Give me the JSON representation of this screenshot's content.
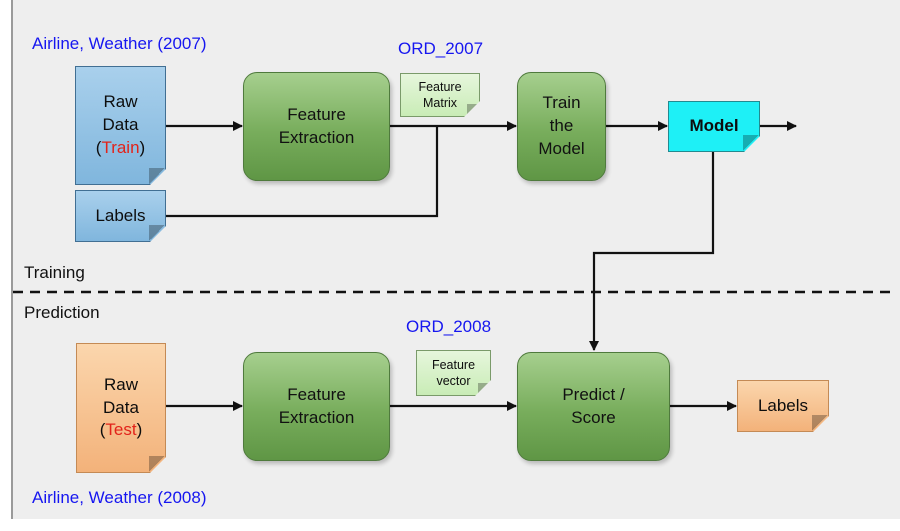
{
  "titles": {
    "train_source": "Airline, Weather (2007)",
    "train_dataset": "ORD_2007",
    "test_dataset": "ORD_2008",
    "test_source": "Airline, Weather (2008)"
  },
  "sections": {
    "training": "Training",
    "prediction": "Prediction"
  },
  "training": {
    "raw_data_line1": "Raw",
    "raw_data_line2": "Data",
    "raw_data_paren_open": "(",
    "raw_data_tag": "Train",
    "raw_data_paren_close": ")",
    "labels": "Labels",
    "feature_extraction_line1": "Feature",
    "feature_extraction_line2": "Extraction",
    "feature_matrix_line1": "Feature",
    "feature_matrix_line2": "Matrix",
    "train_line1": "Train",
    "train_line2": "the",
    "train_line3": "Model",
    "model": "Model"
  },
  "prediction": {
    "raw_data_line1": "Raw",
    "raw_data_line2": "Data",
    "raw_data_paren_open": "(",
    "raw_data_tag": "Test",
    "raw_data_paren_close": ")",
    "feature_extraction_line1": "Feature",
    "feature_extraction_line2": "Extraction",
    "feature_vector_line1": "Feature",
    "feature_vector_line2": "vector",
    "predict_line1": "Predict /",
    "predict_line2": "Score",
    "labels": "Labels"
  },
  "colors": {
    "source_text": "#1616f0",
    "train_tag": "#e2231a",
    "model_fill": "#1ef0f6",
    "process_fill": "#78ad5c"
  }
}
